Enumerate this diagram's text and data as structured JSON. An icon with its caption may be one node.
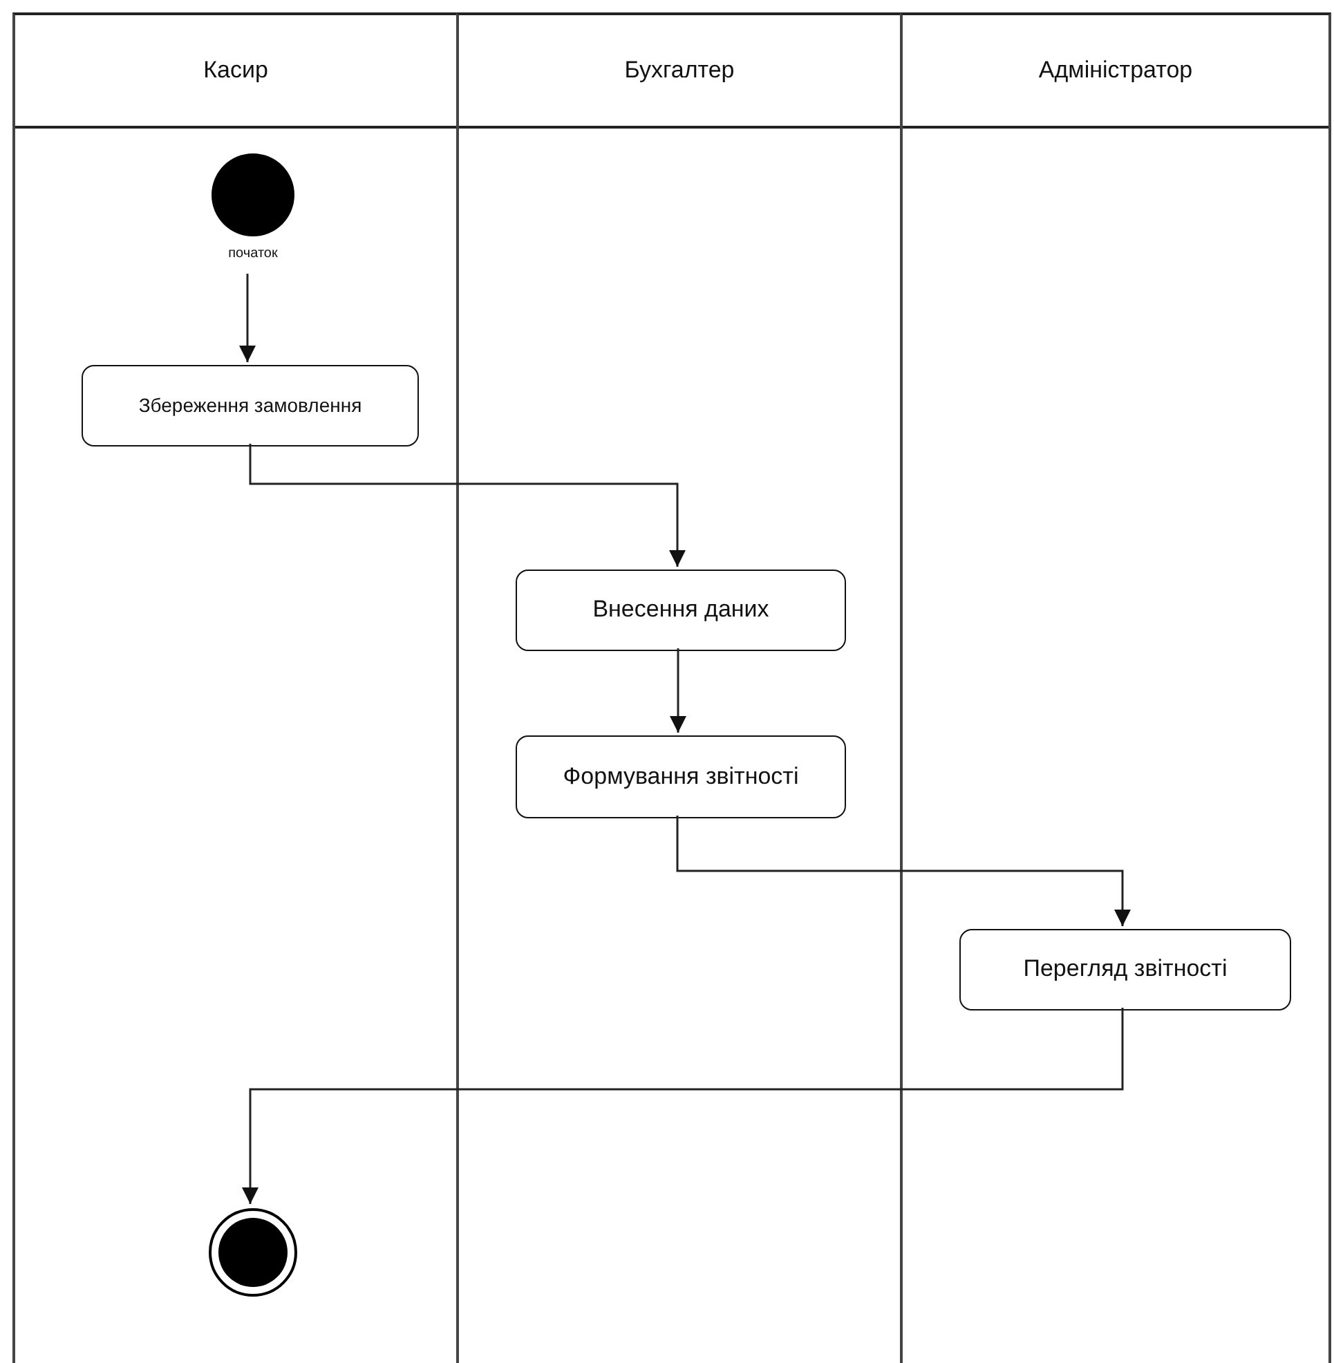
{
  "diagram": {
    "nodes": [
      {
        "text": [
          "Касир"
        ]
      },
      {
        "text": [
          "Бухгалтер"
        ]
      },
      {
        "text": [
          "Адміністратор"
        ]
      },
      {
        "text": [],
        "shape": "circle",
        "beside": [
          "початок"
        ],
        "in": 0
      },
      {
        "text": [
          "Збереження замовлення"
        ],
        "in": 0
      },
      {
        "text": [
          "Внесення даних"
        ],
        "in": 1
      },
      {
        "text": [
          "Формування звітності"
        ],
        "in": 1
      },
      {
        "text": [
          "Перегляд звітності"
        ],
        "in": 2
      },
      {
        "text": [],
        "shape": "circle",
        "in": 0
      }
    ],
    "edges": [
      {
        "from": 3,
        "to": 4,
        "arrow": "to"
      },
      {
        "from": 4,
        "to": 5,
        "arrow": "to"
      },
      {
        "from": 5,
        "to": 6,
        "arrow": "to"
      },
      {
        "from": 6,
        "to": 7,
        "arrow": "to"
      },
      {
        "from": 7,
        "to": 8,
        "arrow": "to"
      }
    ]
  }
}
